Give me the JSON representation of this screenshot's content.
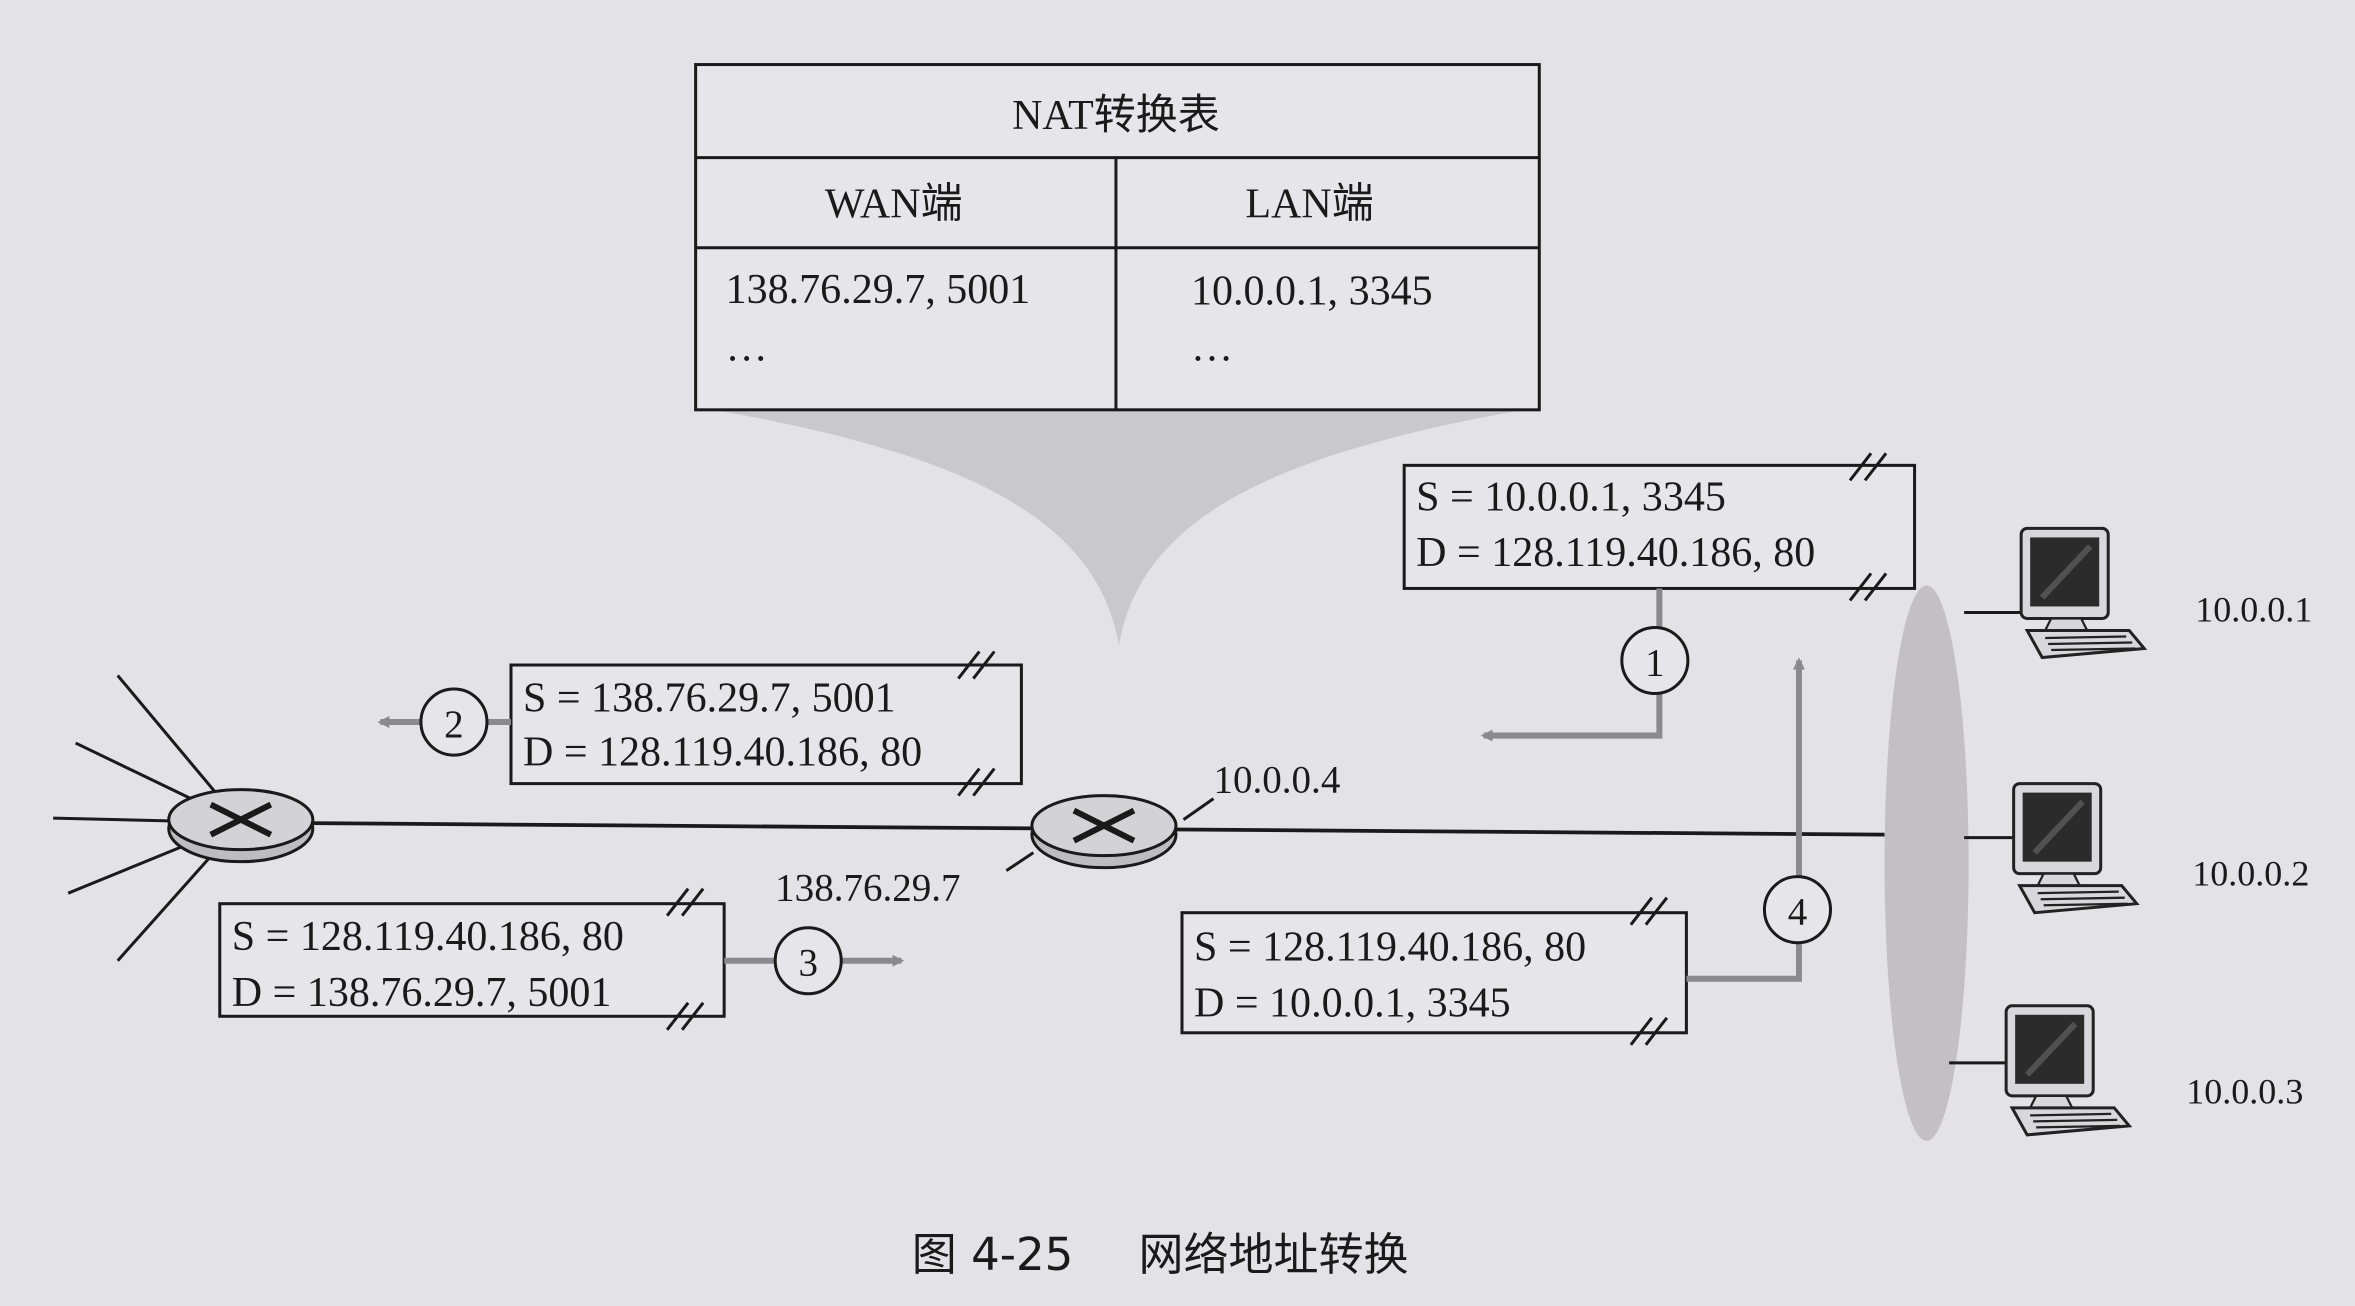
{
  "nat_table": {
    "title": "NAT转换表",
    "headers": [
      "WAN端",
      "LAN端"
    ],
    "rows": [
      [
        "138.76.29.7, 5001",
        "10.0.0.1, 3345"
      ],
      [
        "…",
        "…"
      ]
    ]
  },
  "packets": [
    {
      "step": "1",
      "src": "S = 10.0.0.1, 3345",
      "dst": "D = 128.119.40.186, 80"
    },
    {
      "step": "2",
      "src": "S = 138.76.29.7, 5001",
      "dst": "D = 128.119.40.186, 80"
    },
    {
      "step": "3",
      "src": "S = 128.119.40.186, 80",
      "dst": "D = 138.76.29.7, 5001"
    },
    {
      "step": "4",
      "src": "S = 128.119.40.186, 80",
      "dst": "D = 10.0.0.1, 3345"
    }
  ],
  "router": {
    "lan_ip": "10.0.0.4",
    "wan_ip": "138.76.29.7"
  },
  "hosts": [
    "10.0.0.1",
    "10.0.0.2",
    "10.0.0.3"
  ],
  "caption": {
    "number": "图 4-25",
    "title": "网络地址转换"
  },
  "colors": {
    "background": "#e3e2e6",
    "ink": "#1a1a1a",
    "arrow": "#8a8a8e",
    "funnel": "#c9c8cd"
  }
}
